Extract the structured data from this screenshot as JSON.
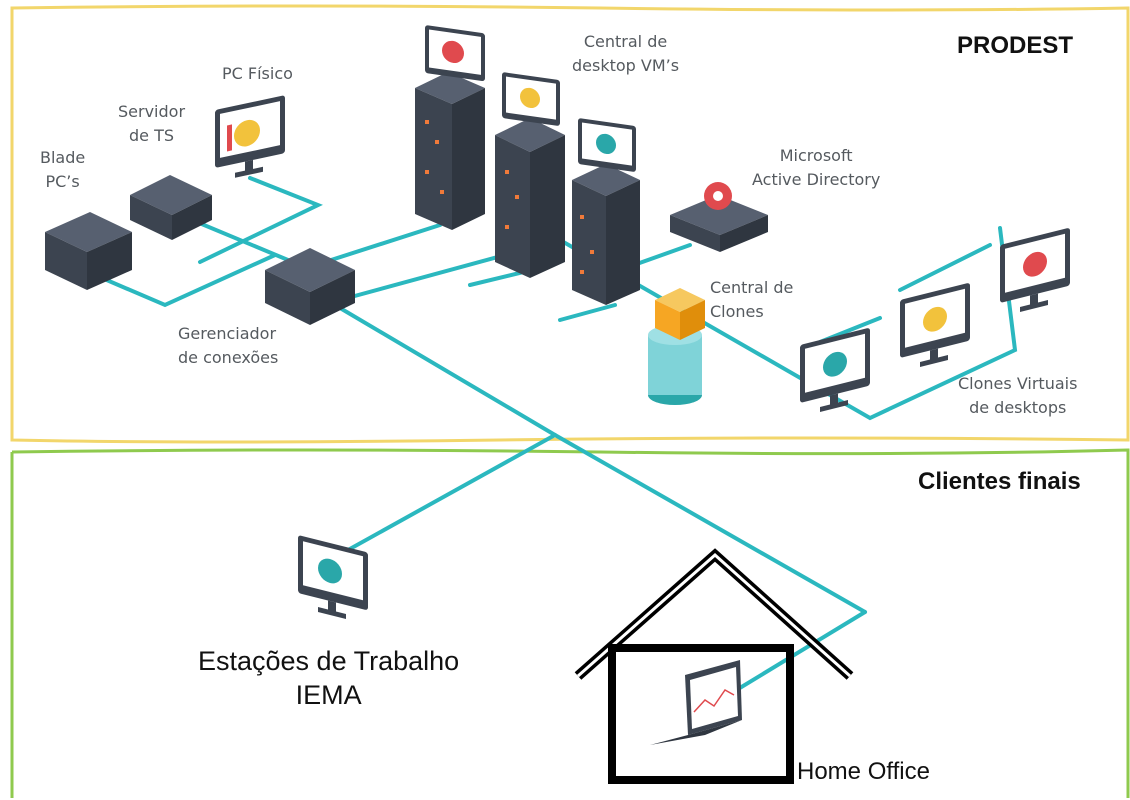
{
  "zones": {
    "prodest": {
      "title": "PRODEST",
      "border_color": "#f2d66b"
    },
    "clientes": {
      "title": "Clientes finais",
      "border_color": "#8fca4e"
    }
  },
  "labels": {
    "blade": [
      "Blade",
      "PC’s"
    ],
    "servidor_ts": [
      "Servidor",
      "de TS"
    ],
    "pc_fisico": [
      "PC Físico"
    ],
    "central_desktop": [
      "Central de",
      "desktop VM’s"
    ],
    "active_directory": [
      "Microsoft",
      "Active Directory"
    ],
    "central_clones": [
      "Central de",
      "Clones"
    ],
    "gerenciador": [
      "Gerenciador",
      "de conexões"
    ],
    "clones_virtuais": [
      "Clones Virtuais",
      "de desktops"
    ],
    "estacoes": [
      "Estações de Trabalho",
      "IEMA"
    ],
    "home_office": "Home Office"
  },
  "icons": {
    "blade": "blade-server-icon",
    "servidor_ts": "terminal-server-icon",
    "pc_fisico": "monitor-icon",
    "towers": "server-tower-icon",
    "active_directory": "gear-server-icon",
    "central_clones": "database-stack-icon",
    "gerenciador": "connection-manager-icon",
    "clones_virtuais": "monitor-icon",
    "estacoes": "monitor-icon",
    "home_office": "house-laptop-icon"
  },
  "colors": {
    "link": "#2bb8bf",
    "server_dark": "#3c4450",
    "server_top": "#576070",
    "led_orange": "#f07a3a",
    "chart_red": "#e04a4e",
    "chart_yellow": "#f2c23c",
    "chart_teal": "#2aa7a9",
    "clone_orange": "#f6a623",
    "clone_stack": "#7fd3d8"
  }
}
